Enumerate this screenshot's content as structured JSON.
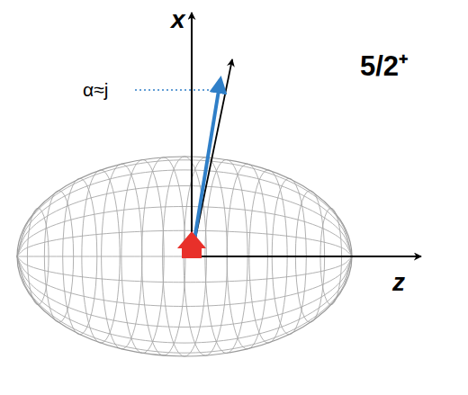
{
  "diagram": {
    "labels": [
      "x",
      "α≈j",
      "5/2⁺",
      "z"
    ]
  }
}
